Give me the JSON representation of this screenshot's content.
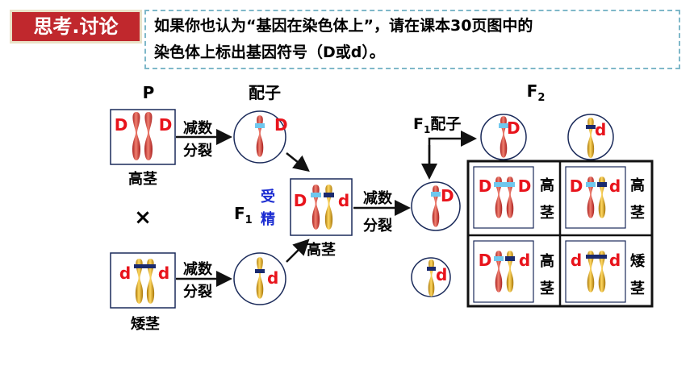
{
  "title": "思考.讨论",
  "prompt": {
    "line1": "如果你也认为“基因在染色体上”，请在课本30页图中的",
    "line2": "染色体上标出基因符号（D或d）。"
  },
  "labels": {
    "P": "P",
    "gamete": "配子",
    "F2": "F",
    "F2_sub": "2",
    "F1gamete": "F",
    "F1gamete_sub": "1",
    "F1gamete_suffix": "配子",
    "F1": "F",
    "F1_sub": "1",
    "fert1": "受",
    "fert2": "精",
    "meiosis1": "减数",
    "meiosis2": "分裂",
    "tall": "高茎",
    "short": "矮茎",
    "cross": "×",
    "grid_tall_1": "高",
    "grid_tall_2": "茎",
    "grid_short_1": "矮",
    "grid_short_2": "茎"
  },
  "genes": {
    "D": "D",
    "d": "d"
  },
  "colors": {
    "red_chromosome": "#d9403a",
    "yellow_chromosome": "#e3a81a",
    "light_band": "#6fc8ee",
    "dark_band": "#1a2a6e",
    "gene_text": "#e8141c"
  }
}
